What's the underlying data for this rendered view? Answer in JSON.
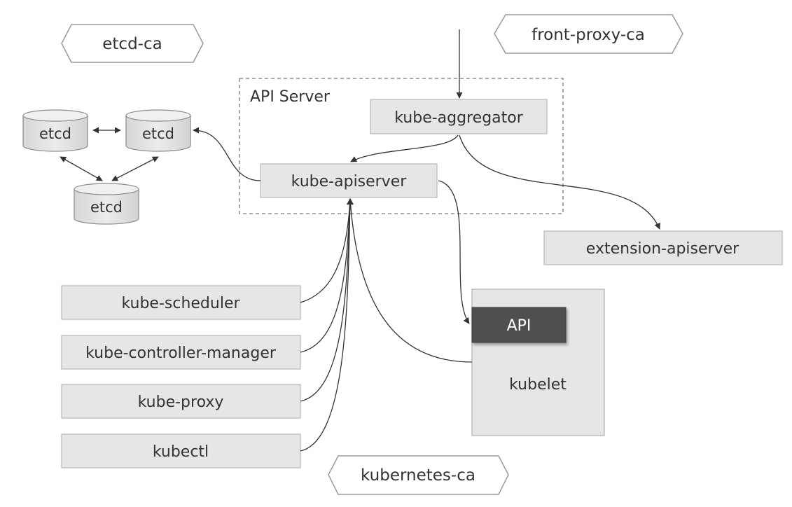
{
  "certificate_authorities": {
    "etcd_ca": "etcd-ca",
    "front_proxy_ca": "front-proxy-ca",
    "kubernetes_ca": "kubernetes-ca"
  },
  "api_server_group": {
    "label": "API Server",
    "kube_aggregator": "kube-aggregator",
    "kube_apiserver": "kube-apiserver"
  },
  "etcd_cluster": [
    "etcd",
    "etcd",
    "etcd"
  ],
  "extension_apiserver": "extension-apiserver",
  "clients": [
    "kube-scheduler",
    "kube-controller-manager",
    "kube-proxy",
    "kubectl"
  ],
  "kubelet_node": {
    "api": "API",
    "kubelet": "kubelet"
  }
}
